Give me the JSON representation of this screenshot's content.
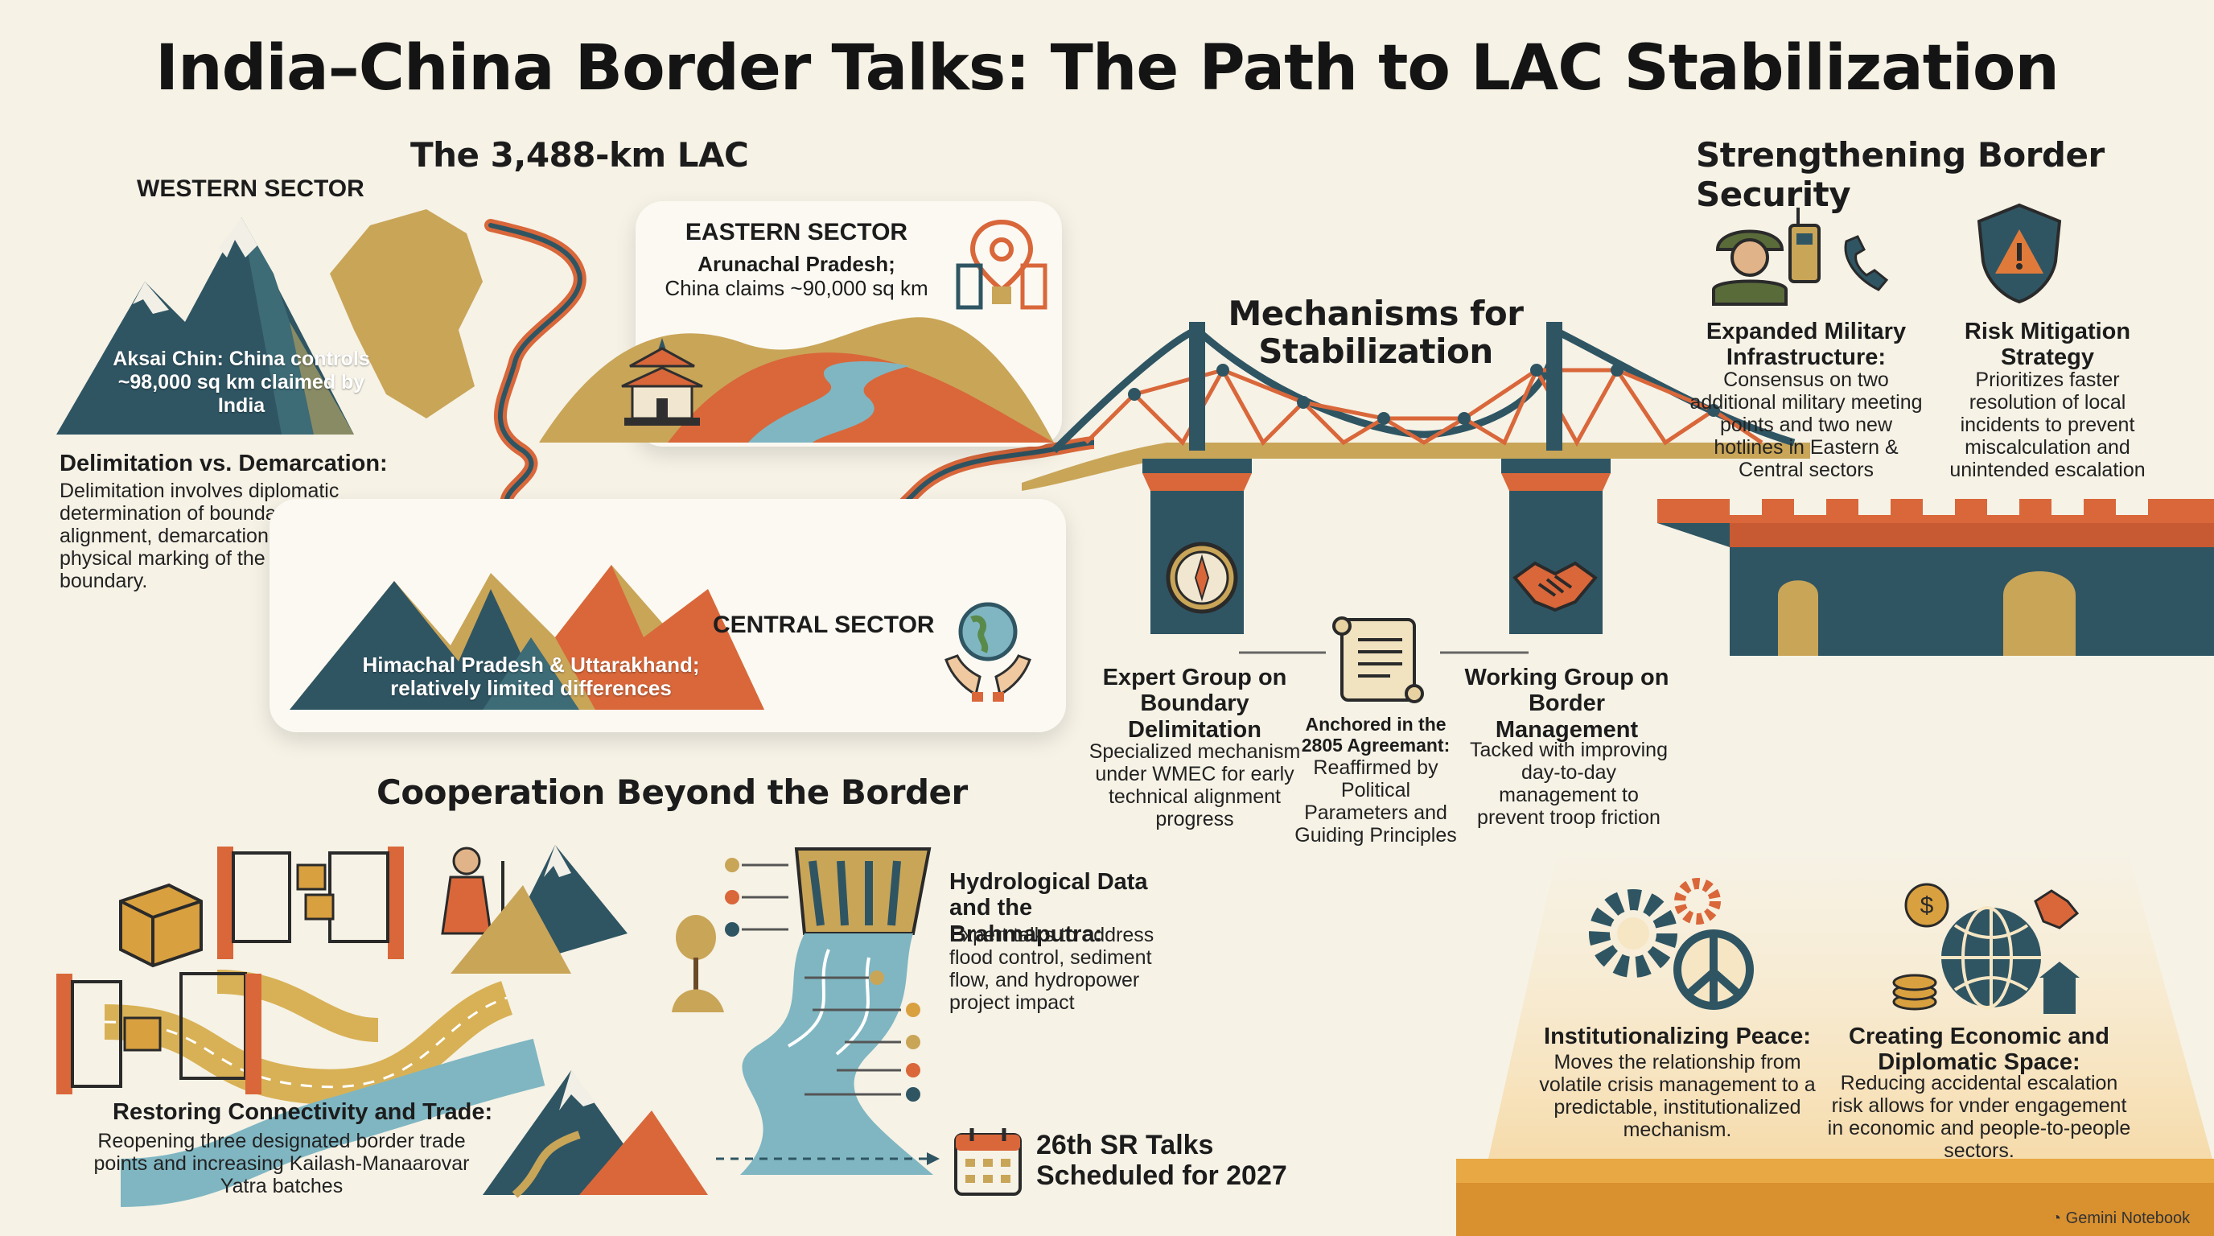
{
  "title": "India–China Border Talks: The Path to LAC Stabilization",
  "lac": {
    "heading": "The 3,488-km LAC",
    "western": {
      "label": "WESTERN SECTOR",
      "mountain_text": "Aksai Chin: China controls ~98,000 sq km claimed by India"
    },
    "eastern": {
      "label": "EASTERN SECTOR",
      "subtitle": "Arunachal Pradesh;",
      "detail": "China claims ~90,000 sq km"
    },
    "central": {
      "label": "CENTRAL SECTOR",
      "mountain_text": "Himachal Pradesh & Uttarakhand; relatively limited differences"
    },
    "delimitation": {
      "heading": "Delimitation vs. Demarcation:",
      "text": "Delimitation involves diplomatic determination of boundary alignment, demarcation is the physical marking of the agreed boundary."
    }
  },
  "mechanisms": {
    "heading": "Mechanisms for Stabilization",
    "expert_group": {
      "heading": "Expert Group on Boundary Delimitation",
      "text": "Specialized mechanism under WMEC for early technical alignment progress"
    },
    "agreement": {
      "heading": "Anchored in the 2805 Agreemant:",
      "text": "Reaffirmed by Political Parameters and Guiding Principles"
    },
    "working_group": {
      "heading": "Working Group on Border Management",
      "text": "Tacked with improving day-to-day management to prevent troop friction"
    }
  },
  "security": {
    "heading": "Strengthening Border Security",
    "military": {
      "heading": "Expanded Military Infrastructure:",
      "text": "Consensus on two additional military meeting points and two new hotlines in Eastern & Central sectors"
    },
    "risk": {
      "heading": "Risk Mitigation Strategy",
      "text": "Prioritizes faster resolution of local incidents to prevent miscalculation and unintended escalation"
    }
  },
  "cooperation": {
    "heading": "Cooperation Beyond the Border",
    "hydro": {
      "heading": "Hydrological Data and the Brahmaputra:",
      "text": "Expert talks to address flood control, sediment flow, and hydropower project impact"
    },
    "trade": {
      "heading": "Restoring Connectivity and Trade:",
      "text": "Reopening three designated border trade points and increasing Kailash-Manaarovar Yatra batches"
    },
    "sr_talks": "26th SR Talks Scheduled for 2027"
  },
  "outcomes": {
    "peace": {
      "heading": "Institutionalizing Peace:",
      "text": "Moves the relationship from volatile crisis management to a predictable, institutionalized mechanism."
    },
    "economic": {
      "heading": "Creating Economic and Diplomatic Space:",
      "text": "Reducing accidental escalation risk allows for vnder engagement in economic and people-to-people sectors."
    }
  },
  "branding": "Gemini Notebook",
  "colors": {
    "background": "#f6f2e6",
    "teal": "#2f5563",
    "orange": "#d9673a",
    "mustard": "#c8a04a",
    "river": "#7fb6c2"
  }
}
